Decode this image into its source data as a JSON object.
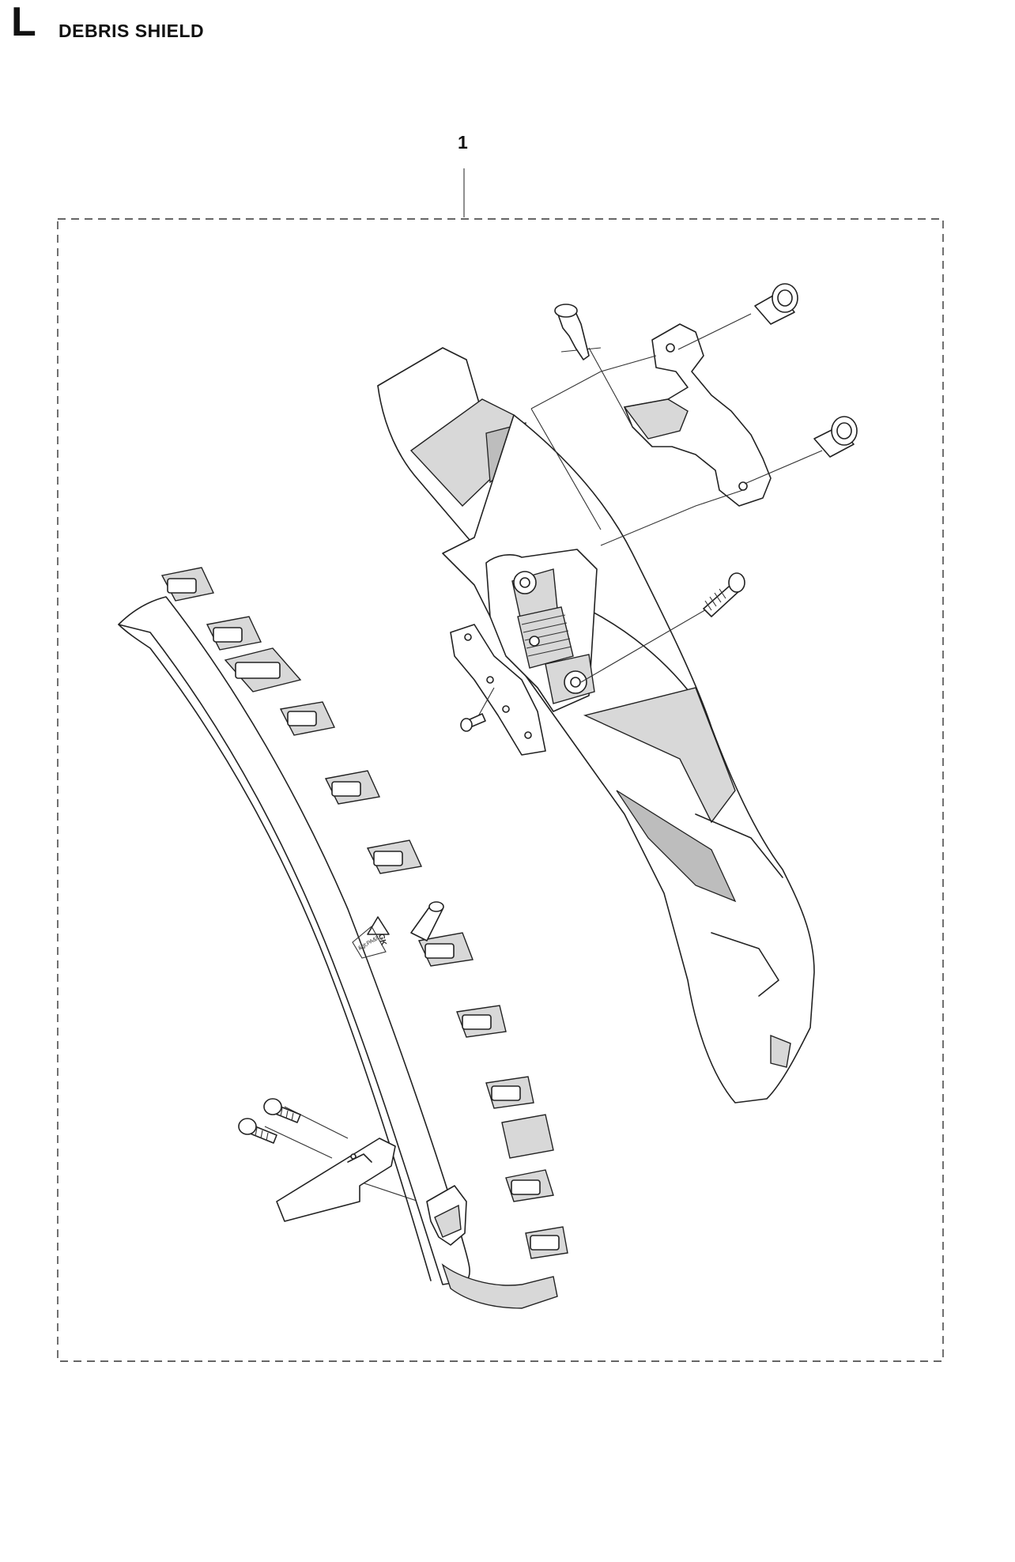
{
  "header": {
    "section_letter": "L",
    "section_title": "DEBRIS SHIELD"
  },
  "diagram": {
    "callouts": [
      {
        "number": "1"
      }
    ],
    "recycling_mark": "&gt;PA&lt;",
    "recycling_mark_side": "GK"
  },
  "colors": {
    "line": "#222222",
    "shade": "#d8d8d8",
    "shade_dark": "#bdbdbd",
    "background": "#ffffff"
  }
}
